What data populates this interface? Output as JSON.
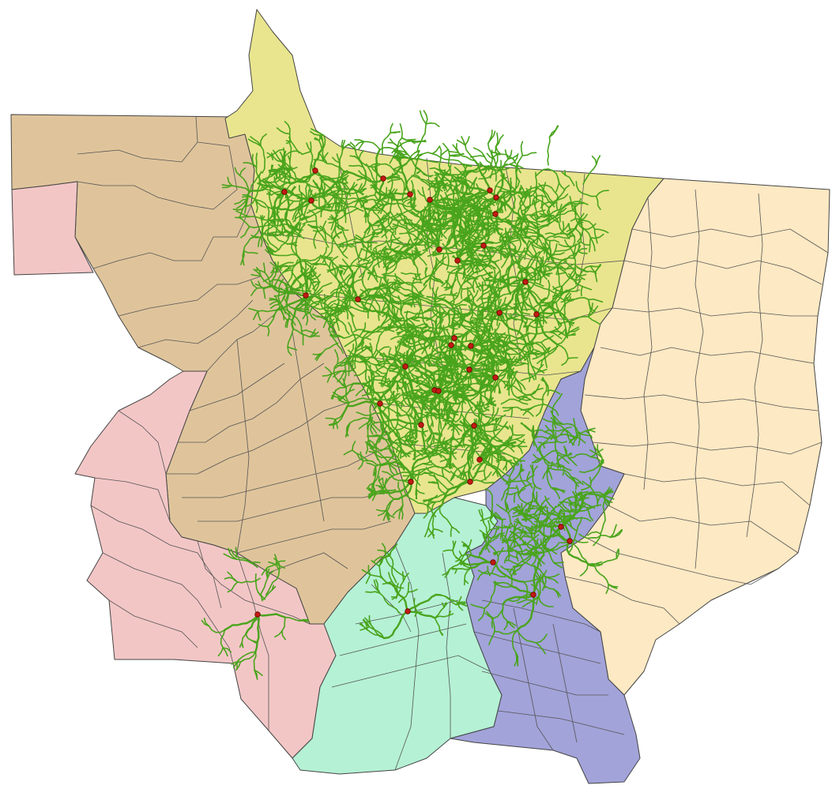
{
  "map": {
    "regions": [
      {
        "id": "west-upper",
        "color": "#dfc49b"
      },
      {
        "id": "west-lower",
        "color": "#f3c6c6"
      },
      {
        "id": "north",
        "color": "#e9e58e"
      },
      {
        "id": "east",
        "color": "#fde9c3"
      },
      {
        "id": "south-center",
        "color": "#b5f1d5"
      },
      {
        "id": "south-east",
        "color": "#a2a3d9"
      }
    ],
    "network_color": "#49a41c",
    "node_color": "#c21b12",
    "border_color": "#444444"
  }
}
